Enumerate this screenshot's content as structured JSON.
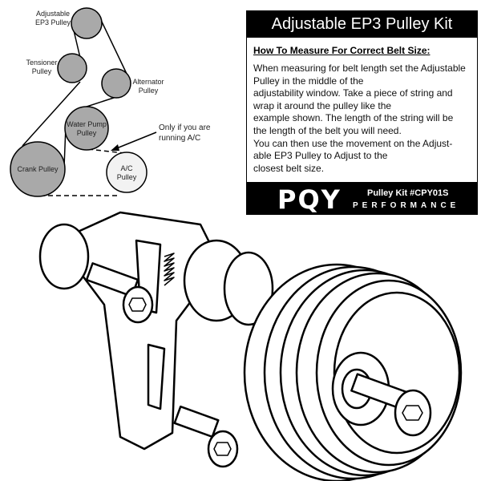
{
  "belt_diagram": {
    "pulleys": [
      {
        "id": "adjustable",
        "label": "Adjustable EP3 Pulley"
      },
      {
        "id": "tensioner",
        "label": "Tensioner Pulley"
      },
      {
        "id": "alternator",
        "label": "Alternator Pulley"
      },
      {
        "id": "water_pump",
        "label": "Water Pump Pulley"
      },
      {
        "id": "crank",
        "label": "Crank Pulley"
      },
      {
        "id": "ac",
        "label": "A/C Pulley"
      }
    ],
    "note": "Only if you are running A/C"
  },
  "info_box": {
    "title": "Adjustable EP3 Pulley Kit",
    "subtitle": "How To Measure For Correct Belt Size:",
    "lines": [
      "When measuring for belt length set the Adjustable",
      "Pulley in the middle of the",
      "adjustability window. Take a piece of string and",
      "wrap it around the pulley like the",
      "example shown. The length of the string will be",
      "the length of the belt you will need.",
      "You can then use the movement on the Adjust-",
      "able EP3 Pulley to Adjust to the",
      "closest belt size."
    ],
    "brand": "PQY",
    "kit_label": "Pulley Kit  #CPY01S",
    "brand_sub": "PERFORMANCE"
  }
}
